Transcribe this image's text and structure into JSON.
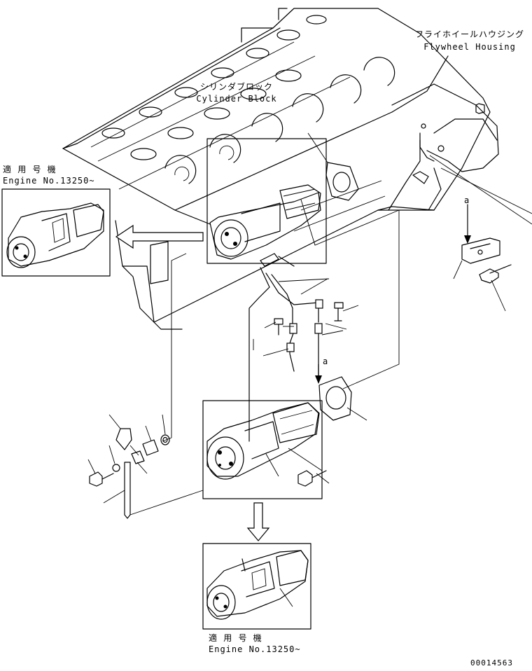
{
  "labels": {
    "flywheel_housing_jp": "フライホイールハウジング",
    "flywheel_housing_en": "Flywheel Housing",
    "cylinder_block_jp": "シリンダブロック",
    "cylinder_block_en": "Cylinder Block",
    "applicable_model_top_jp": "適 用 号 機",
    "applicable_model_top_en": "Engine No.13250~",
    "applicable_model_bottom_jp": "適 用 号 機",
    "applicable_model_bottom_en": "Engine No.13250~",
    "ref_a_top": "a",
    "ref_a_mid": "a",
    "drawing_number": "00014563"
  },
  "colors": {
    "line": "#000000",
    "background": "#ffffff"
  }
}
